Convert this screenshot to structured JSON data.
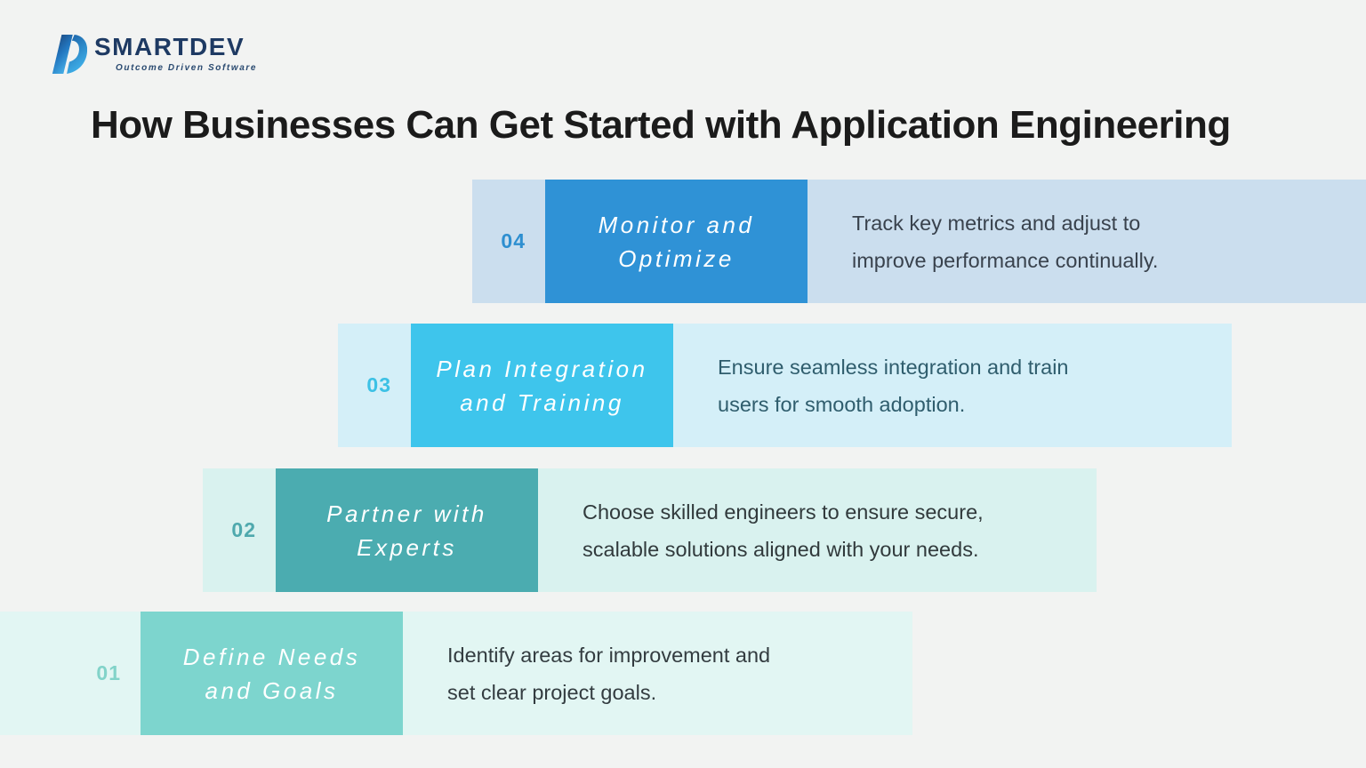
{
  "theme": {
    "background": "#f2f3f2",
    "title_color": "#1b1b1b"
  },
  "brand": {
    "name": "SMARTDEV",
    "tagline": "Outcome Driven Software",
    "name_color": "#1e3a63"
  },
  "title": "How Businesses Can Get Started with Application Engineering",
  "steps": [
    {
      "number": "04",
      "title_line1": "Monitor and",
      "title_line2": "Optimize",
      "desc_line1": "Track key metrics and adjust to",
      "desc_line2": "improve performance continually.",
      "band_color": "#cbdeee",
      "box_color": "#2f92d6",
      "number_color": "#2e8fd0",
      "desc_color": "#39424d"
    },
    {
      "number": "03",
      "title_line1": "Plan Integration",
      "title_line2": "and Training",
      "desc_line1": "Ensure seamless integration and train",
      "desc_line2": "users for smooth adoption.",
      "band_color": "#d4eff8",
      "box_color": "#3ec5ec",
      "number_color": "#3cc1e5",
      "desc_color": "#2f5d6d"
    },
    {
      "number": "02",
      "title_line1": "Partner with",
      "title_line2": "Experts",
      "desc_line1": "Choose skilled engineers to ensure secure,",
      "desc_line2": "scalable solutions aligned with your needs.",
      "band_color": "#d9f2ef",
      "box_color": "#4bacb0",
      "number_color": "#4fa9ad",
      "desc_color": "#313a3c"
    },
    {
      "number": "01",
      "title_line1": "Define Needs",
      "title_line2": "and Goals",
      "desc_line1": "Identify areas for improvement and",
      "desc_line2": "set clear project goals.",
      "band_color": "#e2f6f3",
      "box_color": "#7dd5ce",
      "number_color": "#82d3c9",
      "desc_color": "#333c40"
    }
  ]
}
